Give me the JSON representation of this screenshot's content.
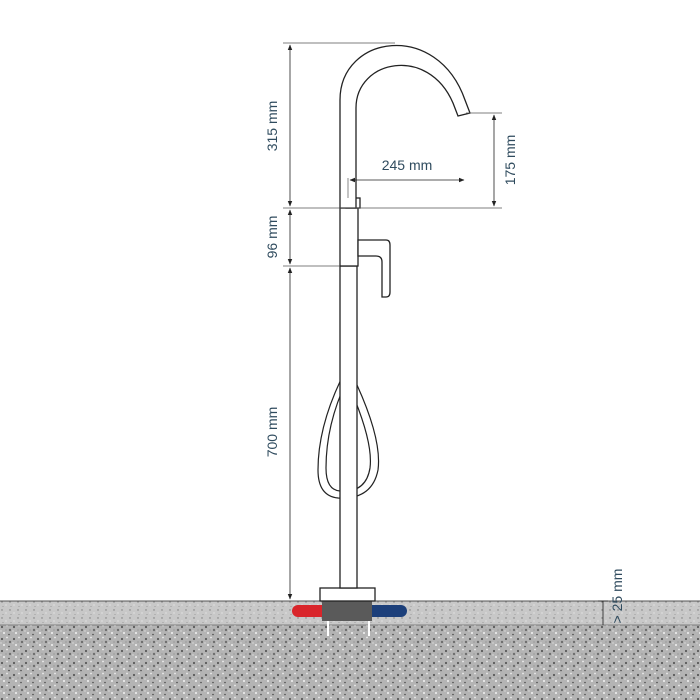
{
  "dimensions": {
    "spout_height": "315 mm",
    "spout_reach": "245 mm",
    "spout_drop": "175 mm",
    "body_height": "96 mm",
    "column_height": "700 mm",
    "floor_depth": "> 25 mm"
  },
  "colors": {
    "hot_pipe": "#d9252b",
    "cold_pipe": "#1c3f7a",
    "dimension_text": "#2f4b5e",
    "floor_fill": "#b9b9b9"
  }
}
